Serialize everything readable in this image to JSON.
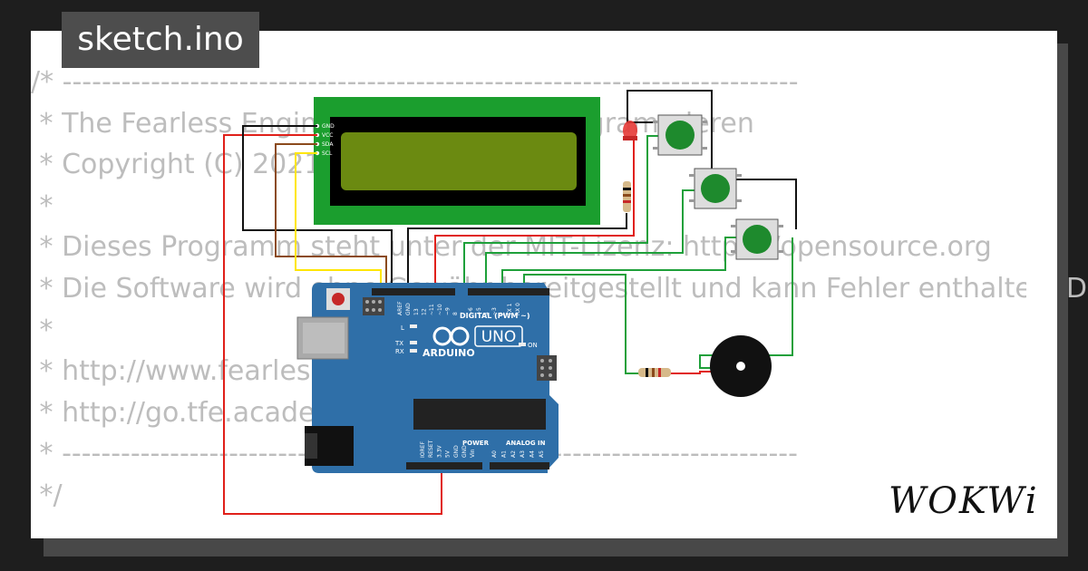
{
  "file_tab": {
    "label": "sketch.ino"
  },
  "code_lines": [
    "/* ---------------------------------------------------------------------------",
    " * The Fearless Engineer - Embedded Programmieren",
    " * Copyright (C) 2021",
    " *",
    " * Dieses Programm steht unter der MIT-Lizenz: https://opensource.org",
    " * Die Software wird ohne Gewähr bereitgestellt und kann Fehler enthalten. Di",
    " *",
    " * http://www.fearless-engineer.de",
    " * http://go.tfe.academy/",
    " * ---------------------------------------------------------------------------",
    " */"
  ],
  "lcd": {
    "pins": [
      "GND",
      "VCC",
      "SDA",
      "SCL"
    ],
    "background_color": "#1b9e2e",
    "screen_color": "#6b8a11"
  },
  "arduino": {
    "brand": "ARDUINO",
    "model": "UNO",
    "labels": {
      "digital": "DIGITAL (PWM ~)",
      "power": "POWER",
      "analog": "ANALOG IN",
      "on": "ON",
      "l": "L",
      "tx": "TX",
      "rx": "RX",
      "aref": "AREF",
      "gnd": "GND",
      "top_pins": [
        "13",
        "12",
        "~11",
        "~10",
        "~9",
        "8",
        "7",
        "~6",
        "~5",
        "4",
        "~3",
        "2",
        "TX 1",
        "RX 0"
      ],
      "power_pins": [
        "IOREF",
        "RESET",
        "3.3V",
        "5V",
        "GND",
        "GND",
        "Vin"
      ],
      "analog_pins": [
        "A0",
        "A1",
        "A2",
        "A3",
        "A4",
        "A5"
      ]
    },
    "board_color": "#2f6fa8"
  },
  "components": {
    "led_color": "#e53935",
    "button_color": "#1e8a2d",
    "buzzer_color": "#111111"
  },
  "wire_colors": {
    "red": "#e0201a",
    "black": "#111111",
    "green": "#1ea03a",
    "brown": "#8b4a1c",
    "yellow": "#ffe600"
  },
  "logo": {
    "text": "WOKWi"
  }
}
